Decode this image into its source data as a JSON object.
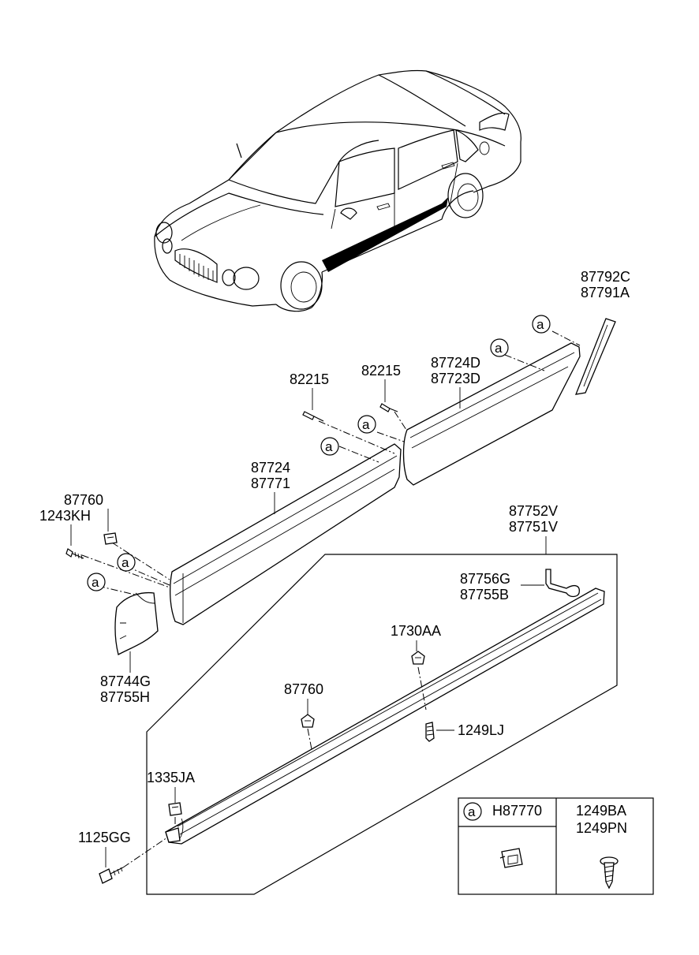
{
  "callouts": {
    "p87792C": "87792C",
    "p87791A": "87791A",
    "p82215_left": "82215",
    "p82215_right": "82215",
    "p87724D": "87724D",
    "p87723D": "87723D",
    "p87724": "87724",
    "p87771": "87771",
    "p87760_top": "87760",
    "p1243KH": "1243KH",
    "p87752V": "87752V",
    "p87751V": "87751V",
    "p87756G": "87756G",
    "p87755B": "87755B",
    "p1730AA": "1730AA",
    "p87744G": "87744G",
    "p87755H": "87755H",
    "p87760_bottom": "87760",
    "p1249LJ": "1249LJ",
    "p1335JA": "1335JA",
    "p1125GG": "1125GG"
  },
  "circle_marker": "a",
  "legend": {
    "marker": "a",
    "clip_part": "H87770",
    "screw_part_1": "1249BA",
    "screw_part_2": "1249PN"
  },
  "icons": {
    "car": "sedan-car-icon",
    "clip": "clip-icon",
    "screw": "screw-icon",
    "bolt": "bolt-icon"
  }
}
